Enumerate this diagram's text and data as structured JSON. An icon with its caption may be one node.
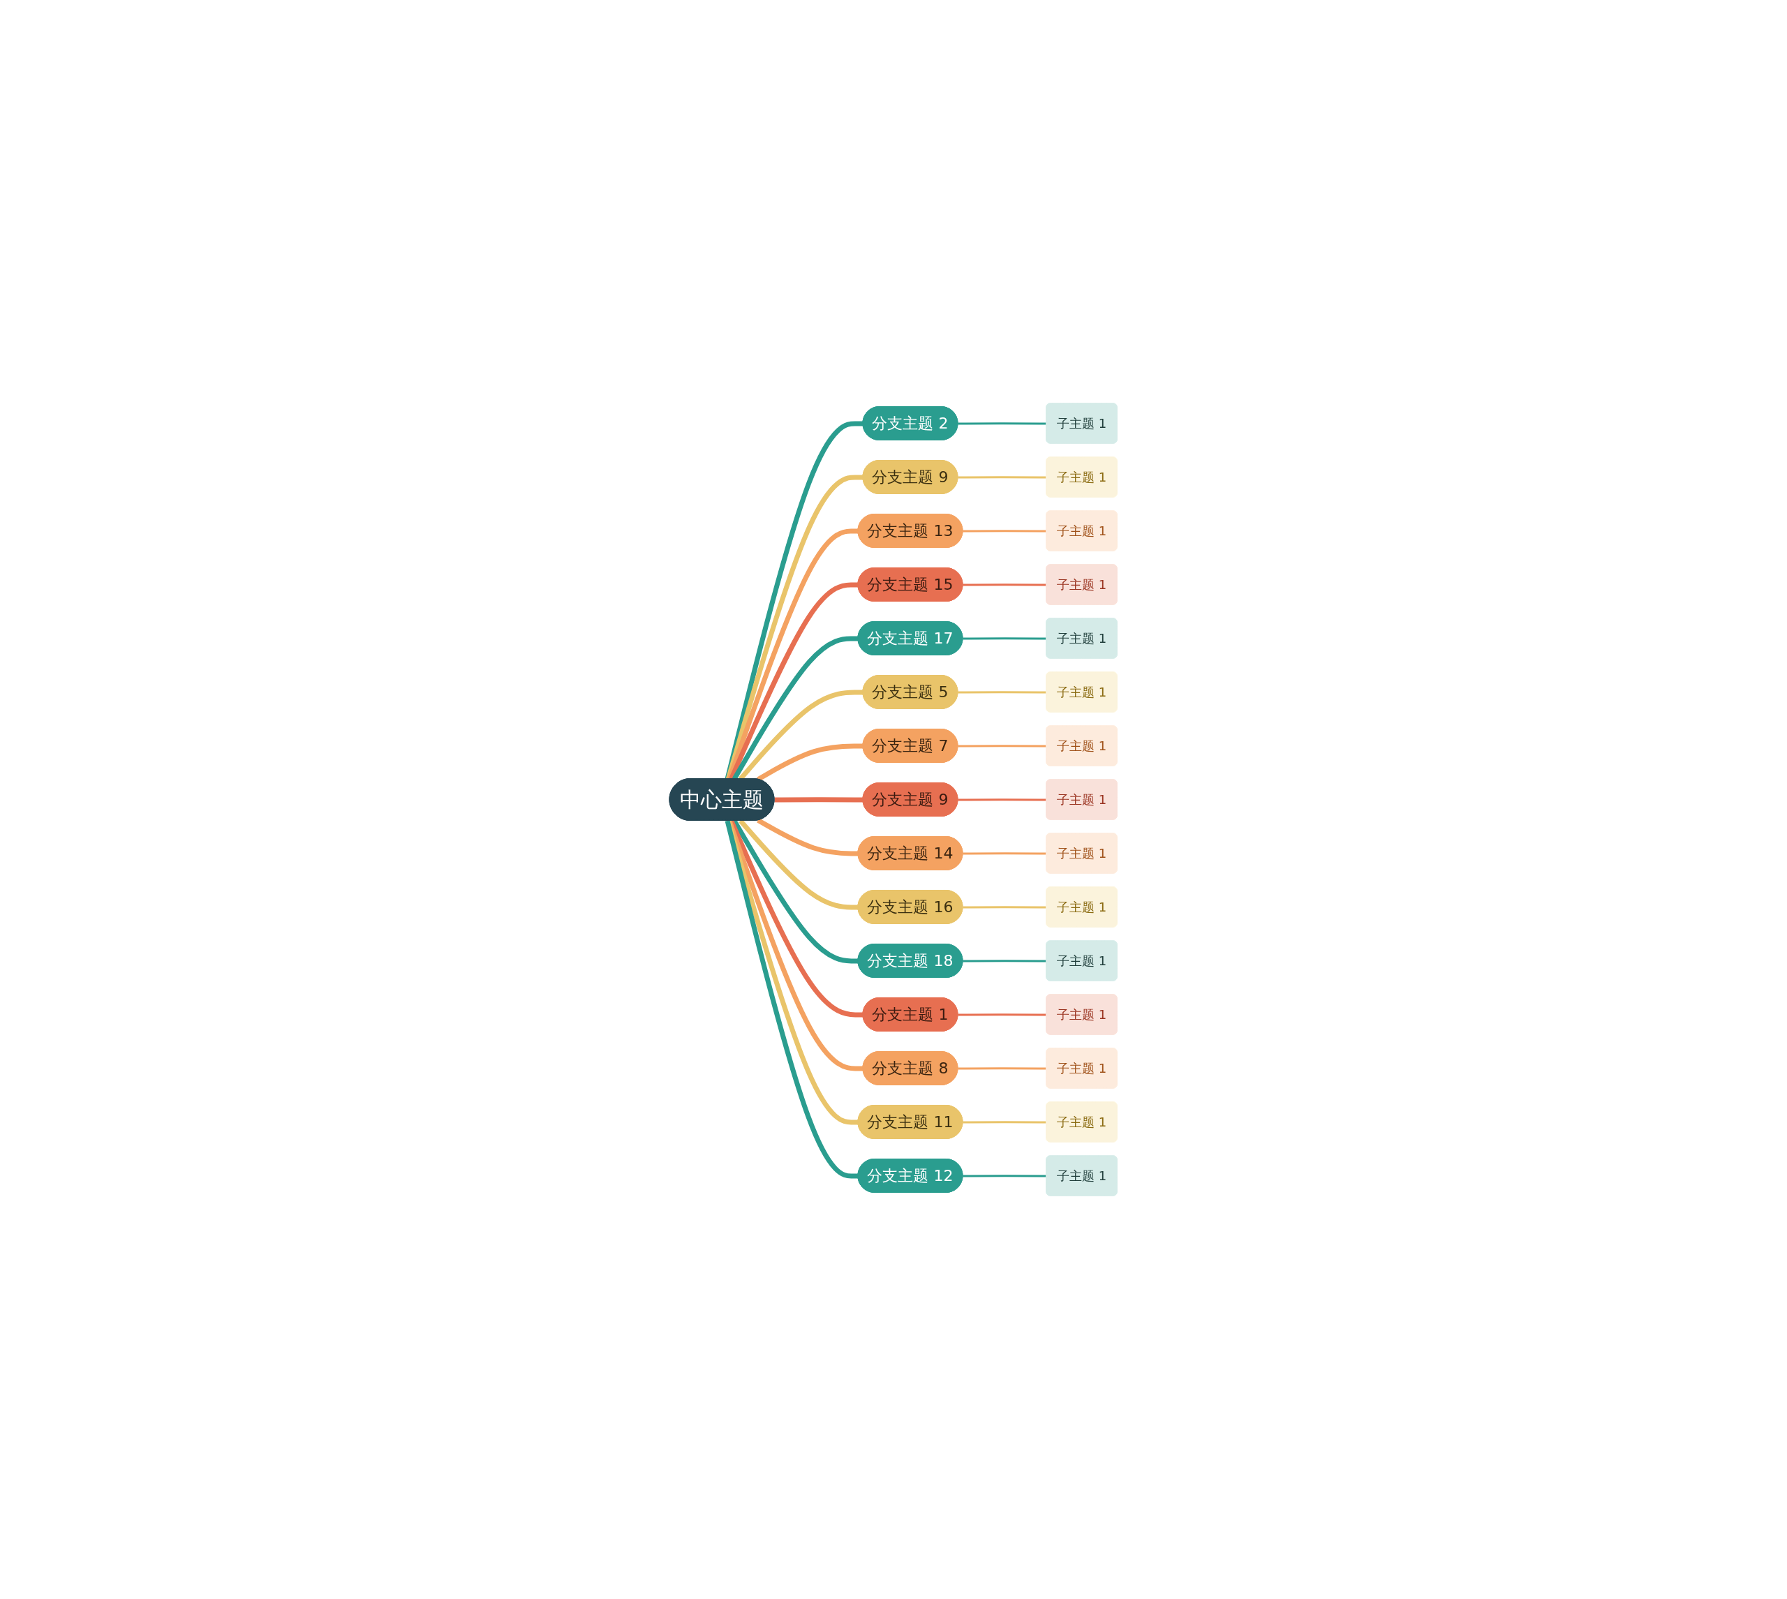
{
  "diagram": {
    "nodes": [
      {
        "text": [
          "中心主题"
        ]
      },
      {
        "text": [
          "分支主题 2"
        ]
      },
      {
        "text": [
          "子主题 1"
        ]
      },
      {
        "text": [
          "分支主题 9"
        ]
      },
      {
        "text": [
          "子主题 1"
        ]
      },
      {
        "text": [
          "分支主题 13"
        ]
      },
      {
        "text": [
          "子主题 1"
        ]
      },
      {
        "text": [
          "分支主题 15"
        ]
      },
      {
        "text": [
          "子主题 1"
        ]
      },
      {
        "text": [
          "分支主题 17"
        ]
      },
      {
        "text": [
          "子主题 1"
        ]
      },
      {
        "text": [
          "分支主题 5"
        ]
      },
      {
        "text": [
          "子主题 1"
        ]
      },
      {
        "text": [
          "分支主题 7"
        ]
      },
      {
        "text": [
          "子主题 1"
        ]
      },
      {
        "text": [
          "分支主题 9"
        ]
      },
      {
        "text": [
          "子主题 1"
        ]
      },
      {
        "text": [
          "分支主题 14"
        ]
      },
      {
        "text": [
          "子主题 1"
        ]
      },
      {
        "text": [
          "分支主题 16"
        ]
      },
      {
        "text": [
          "子主题 1"
        ]
      },
      {
        "text": [
          "分支主题 18"
        ]
      },
      {
        "text": [
          "子主题 1"
        ]
      },
      {
        "text": [
          "分支主题 1"
        ]
      },
      {
        "text": [
          "子主题 1"
        ]
      },
      {
        "text": [
          "分支主题 8"
        ]
      },
      {
        "text": [
          "子主题 1"
        ]
      },
      {
        "text": [
          "分支主题 11"
        ]
      },
      {
        "text": [
          "子主题 1"
        ]
      },
      {
        "text": [
          "分支主题 12"
        ]
      },
      {
        "text": [
          "子主题 1"
        ]
      }
    ],
    "edges": [
      {
        "from": 0,
        "to": 1,
        "arrow": "none",
        "style": "thick",
        "color": "#2a9d8f"
      },
      {
        "from": 1,
        "to": 2,
        "arrow": "none",
        "color": "#2a9d8f"
      },
      {
        "from": 0,
        "to": 3,
        "arrow": "none",
        "style": "thick",
        "color": "#e9c46a"
      },
      {
        "from": 3,
        "to": 4,
        "arrow": "none",
        "color": "#e9c46a"
      },
      {
        "from": 0,
        "to": 5,
        "arrow": "none",
        "style": "thick",
        "color": "#f4a261"
      },
      {
        "from": 5,
        "to": 6,
        "arrow": "none",
        "color": "#f4a261"
      },
      {
        "from": 0,
        "to": 7,
        "arrow": "none",
        "style": "thick",
        "color": "#e76f51"
      },
      {
        "from": 7,
        "to": 8,
        "arrow": "none",
        "color": "#e76f51"
      },
      {
        "from": 0,
        "to": 9,
        "arrow": "none",
        "style": "thick",
        "color": "#2a9d8f"
      },
      {
        "from": 9,
        "to": 10,
        "arrow": "none",
        "color": "#2a9d8f"
      },
      {
        "from": 0,
        "to": 11,
        "arrow": "none",
        "style": "thick",
        "color": "#e9c46a"
      },
      {
        "from": 11,
        "to": 12,
        "arrow": "none",
        "color": "#e9c46a"
      },
      {
        "from": 0,
        "to": 13,
        "arrow": "none",
        "style": "thick",
        "color": "#f4a261"
      },
      {
        "from": 13,
        "to": 14,
        "arrow": "none",
        "color": "#f4a261"
      },
      {
        "from": 0,
        "to": 15,
        "arrow": "none",
        "style": "thick",
        "color": "#e76f51"
      },
      {
        "from": 15,
        "to": 16,
        "arrow": "none",
        "color": "#e76f51"
      },
      {
        "from": 0,
        "to": 17,
        "arrow": "none",
        "style": "thick",
        "color": "#f4a261"
      },
      {
        "from": 17,
        "to": 18,
        "arrow": "none",
        "color": "#f4a261"
      },
      {
        "from": 0,
        "to": 19,
        "arrow": "none",
        "style": "thick",
        "color": "#e9c46a"
      },
      {
        "from": 19,
        "to": 20,
        "arrow": "none",
        "color": "#e9c46a"
      },
      {
        "from": 0,
        "to": 21,
        "arrow": "none",
        "style": "thick",
        "color": "#2a9d8f"
      },
      {
        "from": 21,
        "to": 22,
        "arrow": "none",
        "color": "#2a9d8f"
      },
      {
        "from": 0,
        "to": 23,
        "arrow": "none",
        "style": "thick",
        "color": "#e76f51"
      },
      {
        "from": 23,
        "to": 24,
        "arrow": "none",
        "color": "#e76f51"
      },
      {
        "from": 0,
        "to": 25,
        "arrow": "none",
        "style": "thick",
        "color": "#f4a261"
      },
      {
        "from": 25,
        "to": 26,
        "arrow": "none",
        "color": "#f4a261"
      },
      {
        "from": 0,
        "to": 27,
        "arrow": "none",
        "style": "thick",
        "color": "#e9c46a"
      },
      {
        "from": 27,
        "to": 28,
        "arrow": "none",
        "color": "#e9c46a"
      },
      {
        "from": 0,
        "to": 29,
        "arrow": "none",
        "style": "thick",
        "color": "#2a9d8f"
      },
      {
        "from": 29,
        "to": 30,
        "arrow": "none",
        "color": "#2a9d8f"
      }
    ]
  }
}
